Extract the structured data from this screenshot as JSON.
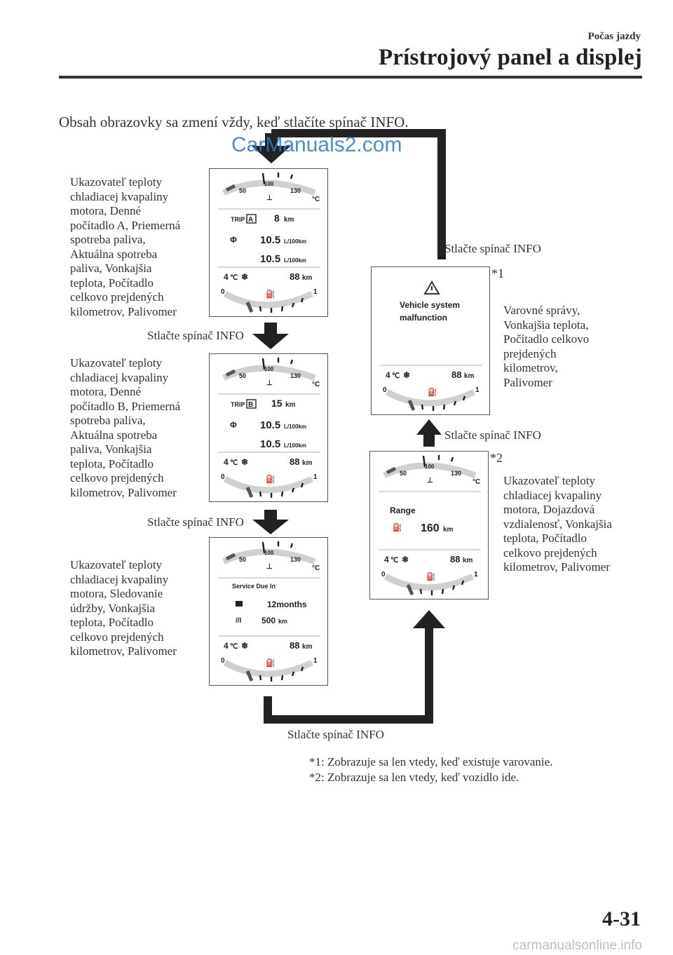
{
  "header": {
    "section": "Počas jazdy",
    "title": "Prístrojový panel a displej"
  },
  "intro": "Obsah obrazovky sa zmení vždy, keď stlačíte spínač INFO.",
  "watermark_top": "CarManuals2.com",
  "press_label": "Stlačte spínač INFO",
  "descriptions": {
    "screen1": "Ukazovateľ teploty\nchladiacej kvapaliny\nmotora, Denné\npočítadlo A, Priemerná\nspotreba paliva,\nAktuálna spotreba\npaliva, Vonkajšia\nteplota, Počítadlo\ncelkovo prejdených\nkilometrov, Palivomer",
    "screen2": "Ukazovateľ teploty\nchladiacej kvapaliny\nmotora, Denné\npočítadlo B, Priemerná\nspotreba paliva,\nAktuálna spotreba\npaliva, Vonkajšia\nteplota, Počítadlo\ncelkovo prejdených\nkilometrov, Palivomer",
    "screen3": "Ukazovateľ teploty\nchladiacej kvapaliny\nmotora, Sledovanie\núdržby, Vonkajšia\nteplota, Počítadlo\ncelkovo prejdených\nkilometrov, Palivomer",
    "warning": "Varovné správy,\nVonkajšia teplota,\nPočítadlo celkovo\nprejdených\nkilometrov,\nPalivomer",
    "range": "Ukazovateľ teploty\nchladiacej kvapaliny\nmotora, Dojazdová\nvzdialenosť, Vonkajšia\nteplota, Počítadlo\ncelkovo prejdených\nkilometrov, Palivomer"
  },
  "notes": {
    "n1": "*1",
    "n2": "*2"
  },
  "footnotes": [
    "*1: Zobrazuje sa len vtedy, keď existuje varovanie.",
    "*2: Zobrazuje sa len vtedy, keď vozidlo ide."
  ],
  "page_number": "4-31",
  "watermark_bottom": "carmanualsonline.info",
  "display": {
    "temp_50": "50",
    "temp_100": "100",
    "temp_130": "130",
    "temp_unit": "°C",
    "fuel_0": "0",
    "fuel_1": "1",
    "outside_temp": "4",
    "outside_unit": "℃",
    "odo_value": "88",
    "odo_unit": "km",
    "trip_label": "TRIP",
    "trip_a": "A",
    "trip_b": "B",
    "trip_a_value": "8",
    "trip_b_value": "15",
    "trip_unit": "km",
    "fuel_avg": "10.5",
    "fuel_cur": "10.5",
    "fuel_unit": "L/100km",
    "service_title": "Service Due In",
    "service_months": "12months",
    "service_dist": "500",
    "service_unit": "km",
    "warning_line1": "Vehicle system",
    "warning_line2": "malfunction",
    "range_label": "Range",
    "range_value": "160",
    "range_unit": "km"
  }
}
